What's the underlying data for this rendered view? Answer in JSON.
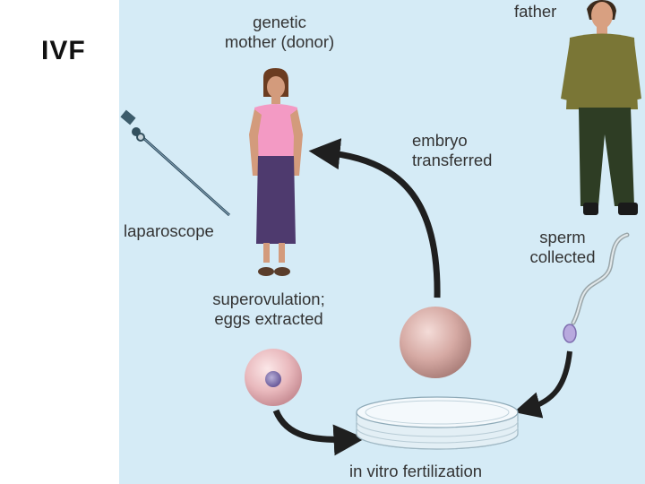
{
  "title": "IVF",
  "labels": {
    "genetic_mother": [
      "genetic",
      "mother (donor)"
    ],
    "father": "father",
    "embryo_transferred": [
      "embryo",
      "transferred"
    ],
    "laparoscope": "laparoscope",
    "sperm_collected": [
      "sperm",
      "collected"
    ],
    "superovulation": [
      "superovulation;",
      "eggs extracted"
    ],
    "in_vitro": "in vitro fertilization"
  },
  "colors": {
    "panel_background": "#d5ebf6",
    "arrow": "#1f1f1f",
    "mother_shirt": "#f39ac4",
    "mother_skirt": "#4e3a6e",
    "father_shirt": "#7a7636",
    "father_pants": "#2e3d24"
  },
  "icons": [
    "woman-figure",
    "man-figure",
    "laparoscope-icon",
    "egg-cell-icon",
    "embryo-icon",
    "petri-dish-icon",
    "sperm-icon"
  ]
}
